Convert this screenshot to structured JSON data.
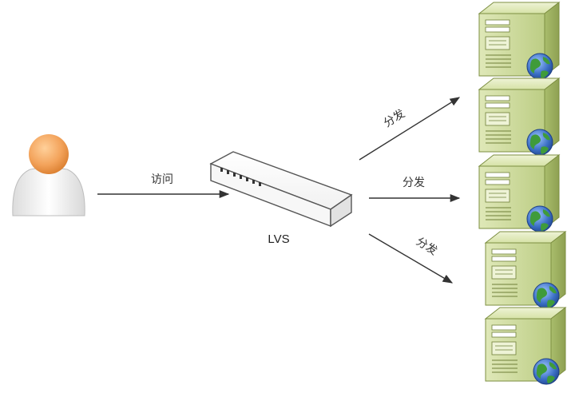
{
  "diagram": {
    "user": {
      "icon": "user-icon"
    },
    "access_label": "访问",
    "balancer": {
      "label": "LVS",
      "icon": "switch-icon"
    },
    "dispatch_labels": [
      "分发",
      "分发",
      "分发"
    ],
    "servers": [
      {
        "icon": "server-icon"
      },
      {
        "icon": "server-icon"
      },
      {
        "icon": "server-icon"
      },
      {
        "icon": "server-icon"
      },
      {
        "icon": "server-icon"
      }
    ],
    "colors": {
      "server_body": "#c8d69a",
      "server_dark": "#97ab5c",
      "person_head": "#f2a25a",
      "globe": "#3b6fc4",
      "arrow": "#333333"
    }
  }
}
